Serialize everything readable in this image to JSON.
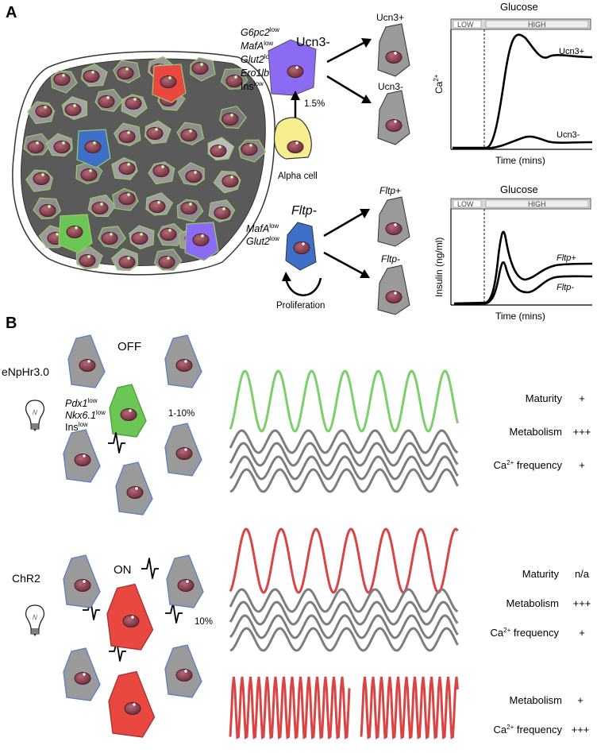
{
  "panels": {
    "a": "A",
    "b": "B"
  },
  "panel_a": {
    "ucn3_minus_cell": {
      "label": "Ucn3-",
      "markers": [
        {
          "gene": "G6pc2",
          "sup": "low",
          "italic": true
        },
        {
          "gene": "MafA",
          "sup": "low",
          "italic": true
        },
        {
          "gene": "Glut2",
          "sup": "low",
          "italic": true
        },
        {
          "gene": "Ero1lb",
          "sup": "low",
          "italic": true
        },
        {
          "gene": "Ins",
          "sup": "low",
          "italic": false
        }
      ],
      "percent": "1.5%",
      "alpha_label": "Alpha cell",
      "outcomes": [
        "Ucn3+",
        "Ucn3-"
      ]
    },
    "fltp_cell": {
      "label": "Fltp-",
      "markers": [
        {
          "gene": "MafA",
          "sup": "low",
          "italic": true
        },
        {
          "gene": "Glut2",
          "sup": "low",
          "italic": true
        }
      ],
      "proliferation_label": "Proliferation",
      "outcomes": [
        "Fltp+",
        "Fltp-"
      ]
    },
    "graph_ca": {
      "title": "Glucose",
      "low": "LOW",
      "high": "HIGH",
      "ylabel": "Ca",
      "ylabel_sup": "2+",
      "xlabel": "Time (mins)",
      "series": [
        "Ucn3+",
        "Ucn3-"
      ]
    },
    "graph_insulin": {
      "title": "Glucose",
      "low": "LOW",
      "high": "HIGH",
      "ylabel": "Insulin (ng/ml)",
      "xlabel": "Time (mins)",
      "series": [
        "Fltp+",
        "Fltp-"
      ]
    }
  },
  "panel_b": {
    "enphr": {
      "label": "eNpHr3.0",
      "state": "OFF",
      "markers": [
        {
          "gene": "Pdx1",
          "sup": "low",
          "italic": true
        },
        {
          "gene": "Nkx6.1",
          "sup": "low",
          "italic": true
        },
        {
          "gene": "Ins",
          "sup": "low",
          "italic": false
        }
      ],
      "percent": "1-10%",
      "table": [
        {
          "label": "Maturity",
          "value": "+"
        },
        {
          "label": "Metabolism",
          "value": "+++"
        },
        {
          "label": "Ca",
          "sup": "2+",
          "suffix": " frequency",
          "value": "+"
        }
      ]
    },
    "chr2": {
      "label": "ChR2",
      "state": "ON",
      "percent": "10%",
      "table": [
        {
          "label": "Maturity",
          "value": "n/a"
        },
        {
          "label": "Metabolism",
          "value": "+++"
        },
        {
          "label": "Ca",
          "sup": "2+",
          "suffix": " frequency",
          "value": "+"
        }
      ],
      "table_fast": [
        {
          "label": "Metabolism",
          "value": "+"
        },
        {
          "label": "Ca",
          "sup": "2+",
          "suffix": " frequency",
          "value": "+++"
        }
      ]
    }
  },
  "colors": {
    "alpha_cell": "#f7ee8f",
    "ucn3_cell": "#8a6bf2",
    "fltp_cell": "#3e6fc9",
    "green_cell": "#6cc655",
    "red_cell": "#e8483f",
    "gray_cell": "#9a9a9a",
    "nucleus": "#8a3a4c",
    "trace_green": "#7ccf6a",
    "trace_red": "#d94444",
    "trace_gray": "#7d7d7d"
  }
}
